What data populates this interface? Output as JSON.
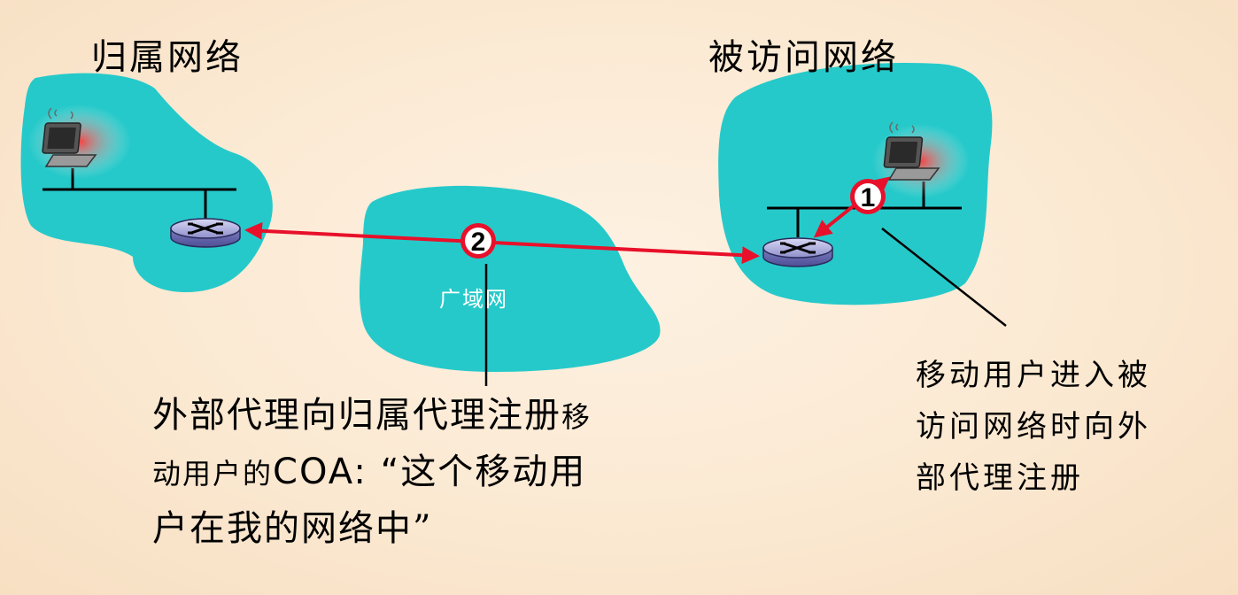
{
  "home_network": {
    "title": "归属网络"
  },
  "visited_network": {
    "title": "被访问网络"
  },
  "wan": {
    "label": "广域网"
  },
  "steps": [
    {
      "number": "1"
    },
    {
      "number": "2"
    }
  ],
  "caption_step2": {
    "line1_a": "外部代理向归属代理注册",
    "line1_b": "移",
    "line2_a": "动用户的",
    "line2_b": "COA: “",
    "line2_c": "这个移动用",
    "line3": "户在我的网络中”"
  },
  "caption_step1": {
    "line1": "移动用户进入被",
    "line2": "访问网络时向外",
    "line3": "部代理注册"
  },
  "colors": {
    "cloud": "#26c9ca",
    "arrow": "#e8102a",
    "leader": "#000000"
  }
}
